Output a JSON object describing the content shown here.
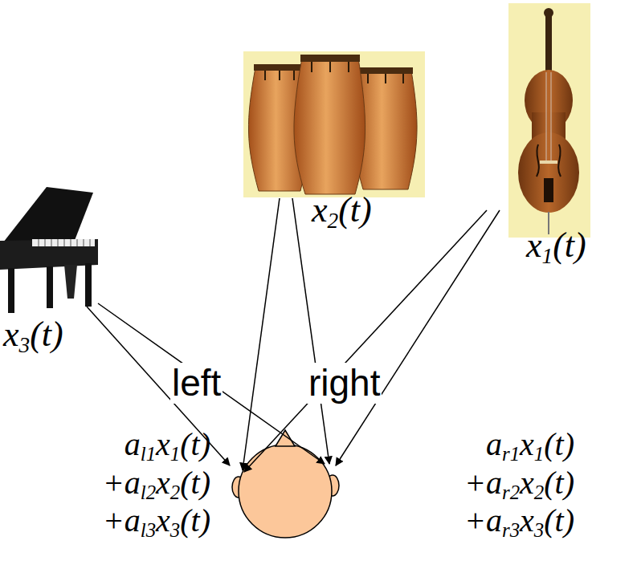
{
  "diagram": {
    "labels": [
      "x2(t)",
      "x1(t)",
      "x3(t)",
      "left",
      "right",
      "al1x1(t) +al2x2(t) +al3x3(t)",
      "ar1x1(t) +ar2x2(t) +ar3x3(t)"
    ]
  }
}
